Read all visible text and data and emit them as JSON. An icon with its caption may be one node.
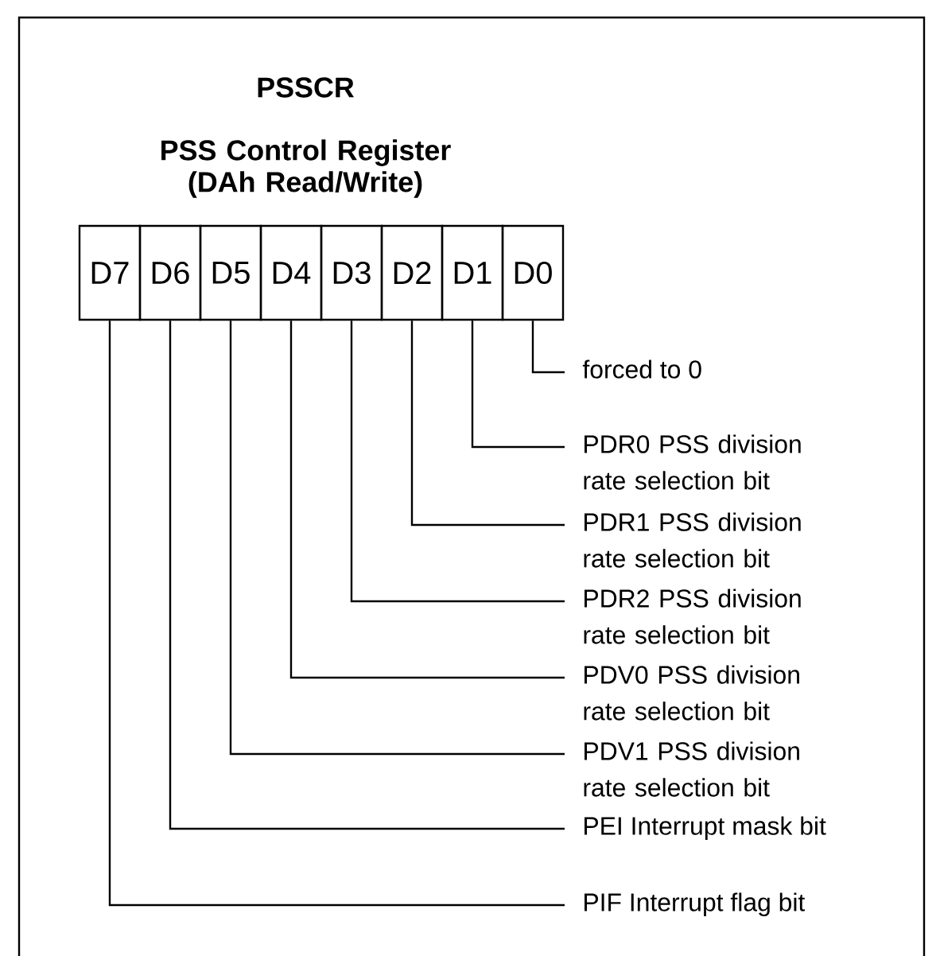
{
  "diagram": {
    "title": "PSSCR",
    "nodes": [
      {
        "text": [
          "D7"
        ]
      },
      {
        "text": [
          "D6"
        ]
      },
      {
        "text": [
          "D5"
        ]
      },
      {
        "text": [
          "D4"
        ]
      },
      {
        "text": [
          "D3"
        ]
      },
      {
        "text": [
          "D2"
        ]
      },
      {
        "text": [
          "D1"
        ]
      },
      {
        "text": [
          "D0"
        ]
      },
      {
        "text": [
          "forced to 0"
        ]
      },
      {
        "text": [
          "PDR0 PSS division rate selection bit"
        ]
      },
      {
        "text": [
          "PDR1 PSS division rate selection bit"
        ]
      },
      {
        "text": [
          "PDR2 PSS division rate selection bit"
        ]
      },
      {
        "text": [
          "PDV0 PSS division rate selection bit"
        ]
      },
      {
        "text": [
          "PDV1 PSS division rate selection bit"
        ]
      },
      {
        "text": [
          "PEI Interrupt mask bit"
        ]
      },
      {
        "text": [
          "PIF Interrupt flag bit"
        ]
      }
    ],
    "edges": [
      {
        "from": 7,
        "to": 8,
        "arrow": "none"
      },
      {
        "from": 6,
        "to": 9,
        "arrow": "none"
      },
      {
        "from": 5,
        "to": 10,
        "arrow": "none"
      },
      {
        "from": 4,
        "to": 11,
        "arrow": "none"
      },
      {
        "from": 3,
        "to": 12,
        "arrow": "none"
      },
      {
        "from": 2,
        "to": 13,
        "arrow": "none"
      },
      {
        "from": 1,
        "to": 14,
        "arrow": "none"
      },
      {
        "from": 0,
        "to": 15,
        "arrow": "none"
      }
    ],
    "labels": [
      "PSS Control Register (DAh Read/Write)"
    ]
  }
}
